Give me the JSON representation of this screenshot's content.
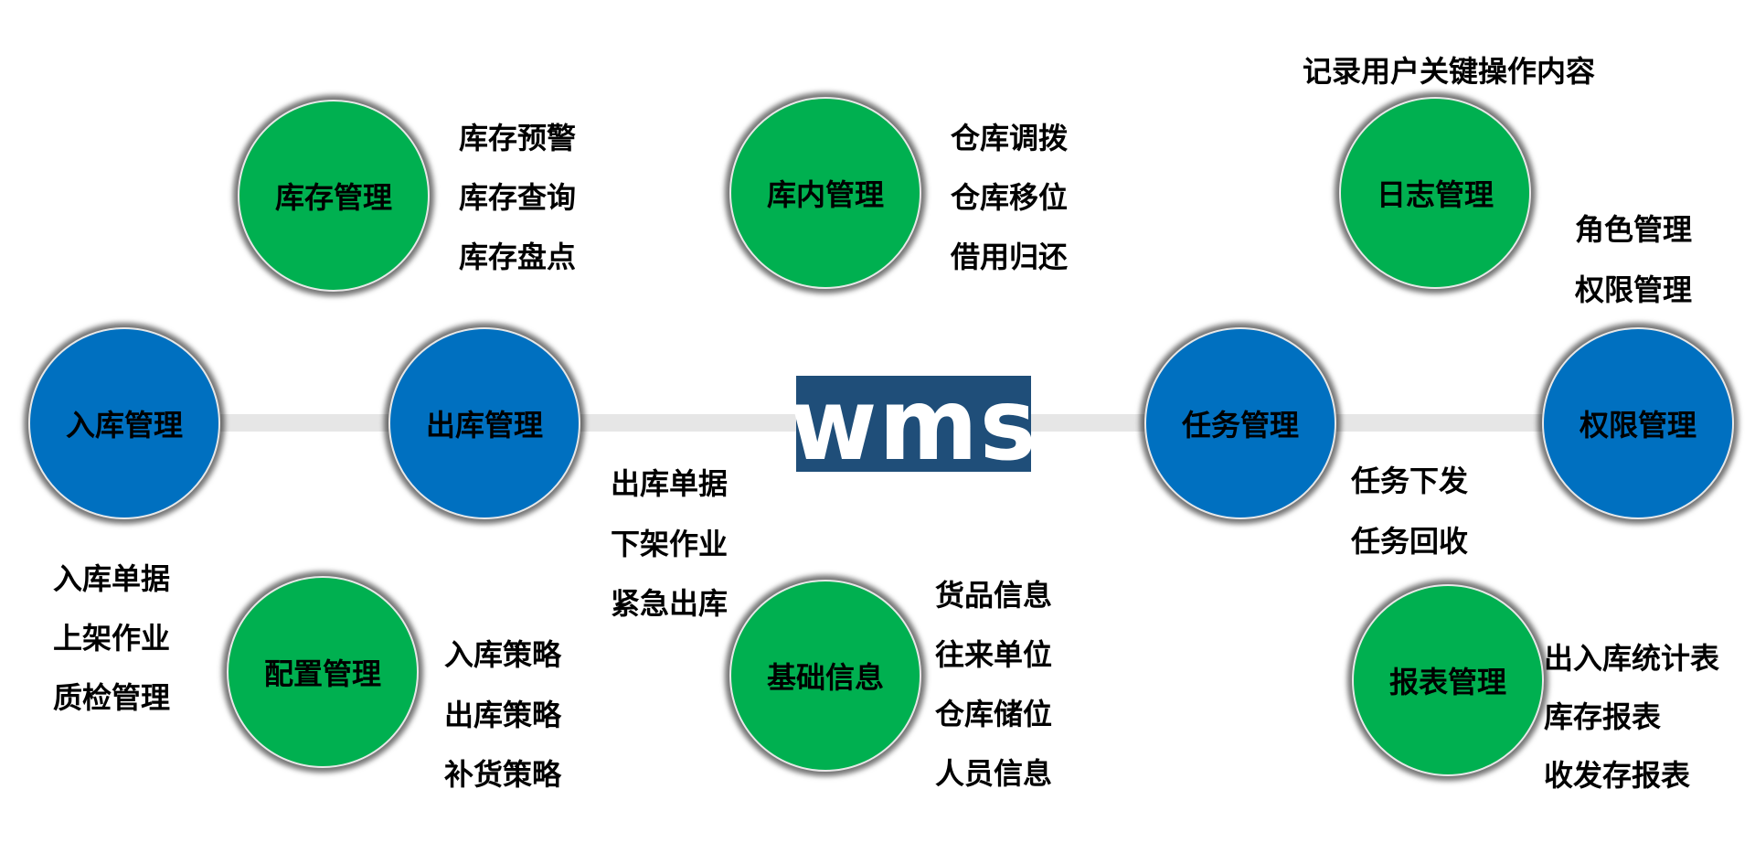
{
  "logo": "wms",
  "colors": {
    "blue": "#0070c0",
    "green": "#00b050",
    "logo_bg": "#1f4e79"
  },
  "modules": {
    "inbound": "入库管理",
    "outbound": "出库管理",
    "task": "任务管理",
    "permission": "权限管理",
    "stock": "库存管理",
    "inside": "库内管理",
    "log": "日志管理",
    "config": "配置管理",
    "basic": "基础信息",
    "report": "报表管理"
  },
  "details": {
    "stock": [
      "库存预警",
      "库存查询",
      "库存盘点"
    ],
    "inside": [
      "仓库调拨",
      "仓库移位",
      "借用归还"
    ],
    "log": [
      "记录用户关键操作内容"
    ],
    "permission": [
      "角色管理",
      "权限管理"
    ],
    "outbound": [
      "出库单据",
      "下架作业",
      "紧急出库"
    ],
    "task": [
      "任务下发",
      "任务回收"
    ],
    "inbound": [
      "入库单据",
      "上架作业",
      "质检管理"
    ],
    "config": [
      "入库策略",
      "出库策略",
      "补货策略"
    ],
    "basic": [
      "货品信息",
      "往来单位",
      "仓库储位",
      "人员信息"
    ],
    "report": [
      "出入库统计表",
      "库存报表",
      "收发存报表"
    ]
  }
}
